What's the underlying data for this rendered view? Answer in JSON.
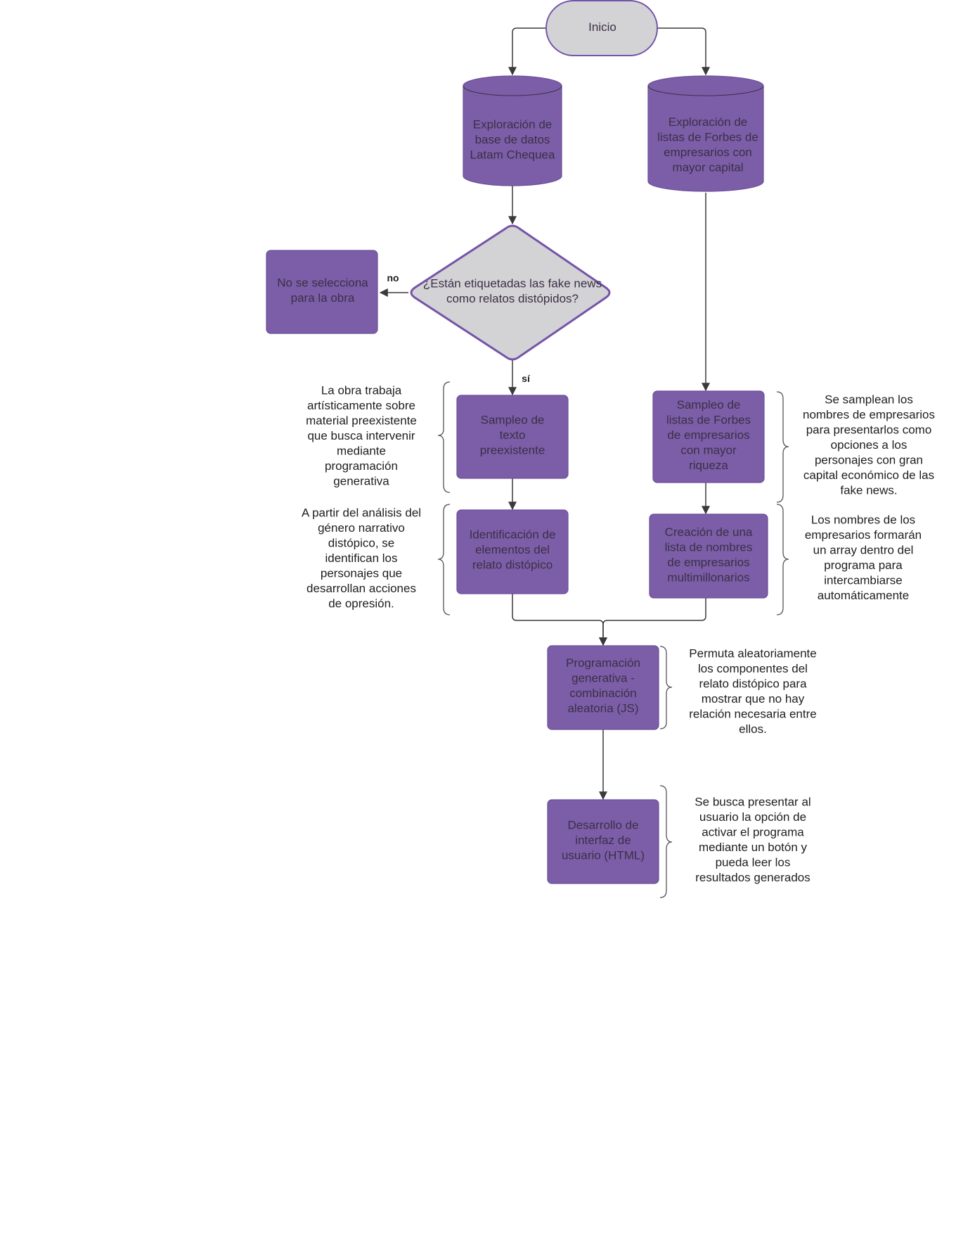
{
  "colors": {
    "process_fill": "#7b5ea7",
    "process_stroke": "#6b4f98",
    "terminal_fill": "#d3d3d6",
    "terminal_stroke": "#7653a8",
    "connector": "#3a3a3a",
    "node_text": "#3b2f47",
    "note_text": "#1e1e1e"
  },
  "nodes": {
    "inicio": {
      "lines": [
        "Inicio"
      ]
    },
    "latam_db": {
      "lines": [
        "Exploración de",
        "base de datos",
        "Latam Chequea"
      ]
    },
    "forbes_db": {
      "lines": [
        "Exploración de",
        "listas de Forbes de",
        "empresarios con",
        "mayor capital"
      ]
    },
    "decision": {
      "lines": [
        "¿Están etiquetadas las fake news",
        "como relatos distópidos?"
      ]
    },
    "no_select": {
      "lines": [
        "No se selecciona",
        "para la obra"
      ]
    },
    "sampleo_texto": {
      "lines": [
        "Sampleo de",
        "texto",
        "preexistente"
      ]
    },
    "sampleo_forbes": {
      "lines": [
        "Sampleo de",
        "listas de Forbes",
        "de empresarios",
        "con mayor",
        "riqueza"
      ]
    },
    "identificacion": {
      "lines": [
        "Identificación de",
        "elementos del",
        "relato distópico"
      ]
    },
    "creacion_lista": {
      "lines": [
        "Creación de una",
        "lista de nombres",
        "de empresarios",
        "multimillonarios"
      ]
    },
    "programacion": {
      "lines": [
        "Programación",
        "generativa -",
        "combinación",
        "aleatoria (JS)"
      ]
    },
    "interfaz": {
      "lines": [
        "Desarrollo de",
        "interfaz de",
        "usuario (HTML)"
      ]
    }
  },
  "edge_labels": {
    "no": "no",
    "si": "sí"
  },
  "notes": {
    "obra_trabaja": {
      "lines": [
        "La obra trabaja",
        "artísticamente sobre",
        "material preexistente",
        "que busca intervenir",
        "mediante",
        "programación",
        "generativa"
      ]
    },
    "analisis_genero": {
      "lines": [
        "A partir del análisis del",
        "género narrativo",
        "distópico, se",
        "identifican los",
        "personajes que",
        "desarrollan acciones",
        "de opresión."
      ]
    },
    "samplean_nombres": {
      "lines": [
        "Se samplean los",
        "nombres de empresarios",
        "para presentarlos como",
        "opciones a los",
        "personajes con gran",
        "capital económico de las",
        "fake news."
      ]
    },
    "array_nombres": {
      "lines": [
        "Los nombres de los",
        "empresarios formarán",
        "un array dentro del",
        "programa para",
        "intercambiarse",
        "automáticamente"
      ]
    },
    "permuta": {
      "lines": [
        "Permuta aleatoriamente",
        "los componentes del",
        "relato distópico para",
        "mostrar que no hay",
        "relación necesaria entre",
        "ellos."
      ]
    },
    "presentar_usuario": {
      "lines": [
        "Se busca presentar al",
        "usuario la opción de",
        "activar el programa",
        "mediante un botón y",
        "pueda leer los",
        "resultados generados"
      ]
    }
  }
}
